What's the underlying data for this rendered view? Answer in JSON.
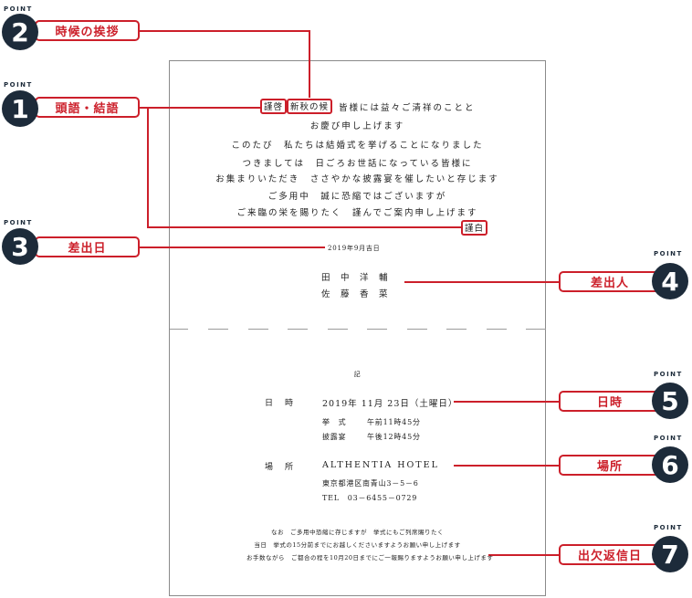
{
  "points": [
    {
      "number": "2",
      "point_text": "POINT",
      "label": "時候の挨拶"
    },
    {
      "number": "1",
      "point_text": "POINT",
      "label": "頭語・結語"
    },
    {
      "number": "3",
      "point_text": "POINT",
      "label": "差出日"
    },
    {
      "number": "4",
      "point_text": "POINT",
      "label": "差出人"
    },
    {
      "number": "5",
      "point_text": "POINT",
      "label": "日時"
    },
    {
      "number": "6",
      "point_text": "POINT",
      "label": "場所"
    },
    {
      "number": "7",
      "point_text": "POINT",
      "label": "出欠返信日"
    }
  ],
  "invitation": {
    "opening_word": "謹啓",
    "seasonal_greeting": "新秋の候",
    "line1_rest": "皆様には益々ご清祥のことと",
    "body_lines": [
      "お慶び申し上げます",
      "このたび　私たちは結婚式を挙げることになりました",
      "つきましては　日ごろお世話になっている皆様に",
      "お集まりいただき　ささやかな披露宴を催したいと存じます",
      "ご多用中　誠に恐縮ではございますが",
      "ご来臨の栄を賜りたく　謹んでご案内申し上げます"
    ],
    "closing_word": "謹白",
    "send_date": "2019年9月吉日",
    "senders": [
      "田　中　洋　輔",
      "佐　藤　香　菜"
    ]
  },
  "details": {
    "ki": "記",
    "datetime_label": "日　時",
    "datetime_value": "2019年 11月 23日（土曜日）",
    "ceremony_label": "挙　式",
    "ceremony_time": "午前11時45分",
    "reception_label": "披露宴",
    "reception_time": "午後12時45分",
    "place_label": "場　所",
    "place_name": "ALTHENTIA HOTEL",
    "address": "東京都港区南青山3－5－6",
    "tel": "TEL　03－6455－0729"
  },
  "notes": [
    "なお　ご多用中恐縮に存じますが　挙式にもご列席賜りたく",
    "当日　挙式の15分前までにお越しくださいますようお願い申し上げます",
    "お手数ながら　ご都合の程を10月20日までにご一報賜りますようお願い申し上げます"
  ],
  "colors": {
    "accent": "#cc1f2a",
    "circle": "#1d2b3a",
    "card_border": "#8a8a8a"
  }
}
